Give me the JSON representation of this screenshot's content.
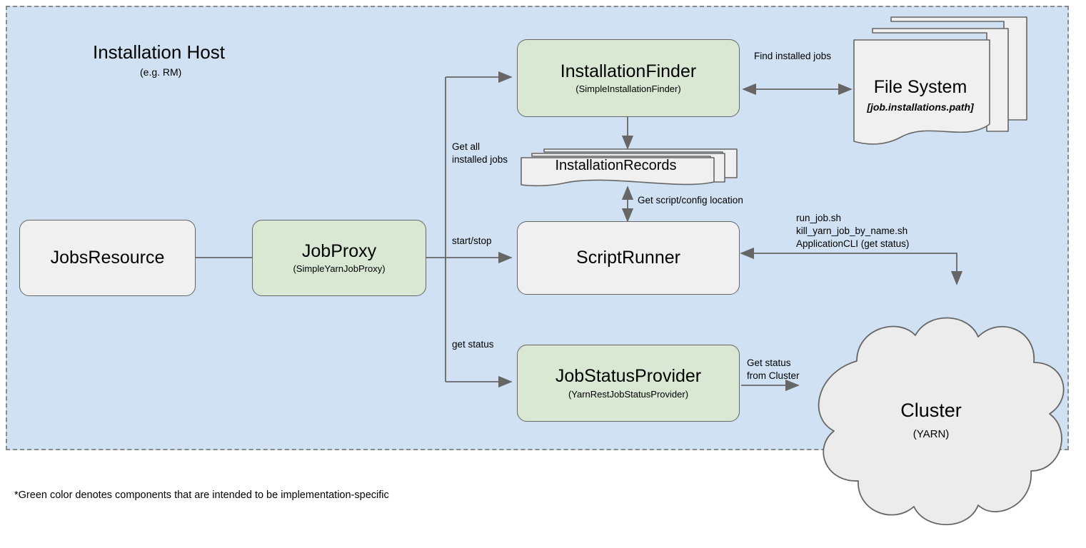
{
  "panel": {
    "title": "Installation Host",
    "subtitle": "(e.g. RM)",
    "fill": "#cfe1f2",
    "border": "#8a8a8a"
  },
  "footnote": "*Green color denotes components that are intended to be implementation-specific",
  "legend": {
    "green_fill": "#d8e8d2",
    "grey_fill": "#f0f0f0",
    "stroke": "#666666"
  },
  "nodes": {
    "jobs_resource": {
      "title": "JobsResource",
      "subtitle": "",
      "style": "grey"
    },
    "job_proxy": {
      "title": "JobProxy",
      "subtitle": "(SimpleYarnJobProxy)",
      "style": "green"
    },
    "installation_finder": {
      "title": "InstallationFinder",
      "subtitle": "(SimpleInstallationFinder)",
      "style": "green"
    },
    "script_runner": {
      "title": "ScriptRunner",
      "subtitle": "",
      "style": "grey"
    },
    "job_status_provider": {
      "title": "JobStatusProvider",
      "subtitle": "(YarnRestJobStatusProvider)",
      "style": "green"
    },
    "installation_records": {
      "title": "InstallationRecords",
      "subtitle": "",
      "style": "document-stack"
    },
    "file_system": {
      "title": "File System",
      "subtitle": "[job.installations.path]",
      "style": "document-stack"
    },
    "cluster": {
      "title": "Cluster",
      "subtitle": "(YARN)",
      "style": "cloud"
    }
  },
  "edges": {
    "find_installed_jobs": "Find installed jobs",
    "get_all_installed_jobs": "Get all\ninstalled jobs",
    "get_script_config_location": "Get script/config location",
    "start_stop": "start/stop",
    "get_status": "get status",
    "get_status_from_cluster": "Get status\nfrom Cluster",
    "cluster_commands": "run_job.sh\nkill_yarn_job_by_name.sh\nApplicationCLI (get status)"
  }
}
